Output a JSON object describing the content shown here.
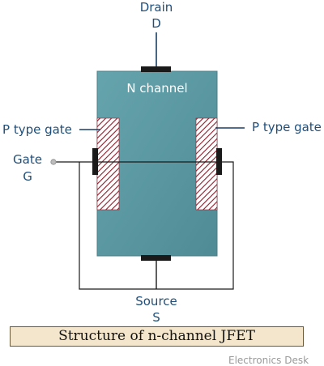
{
  "labels": {
    "drain": "Drain",
    "drain_symbol": "D",
    "channel": "N channel",
    "left_gate": "P type gate",
    "right_gate": "P type gate",
    "gate": "Gate",
    "gate_symbol": "G",
    "source": "Source",
    "source_symbol": "S"
  },
  "caption": "Structure of n-channel JFET",
  "watermark": "Electronics Desk",
  "colors": {
    "channel_fill": "#5d9ba5",
    "label_text": "#1f4e79",
    "hatch": "#8b1c2a",
    "terminal": "#1a1a1a",
    "caption_bg": "#f3e6cc"
  }
}
